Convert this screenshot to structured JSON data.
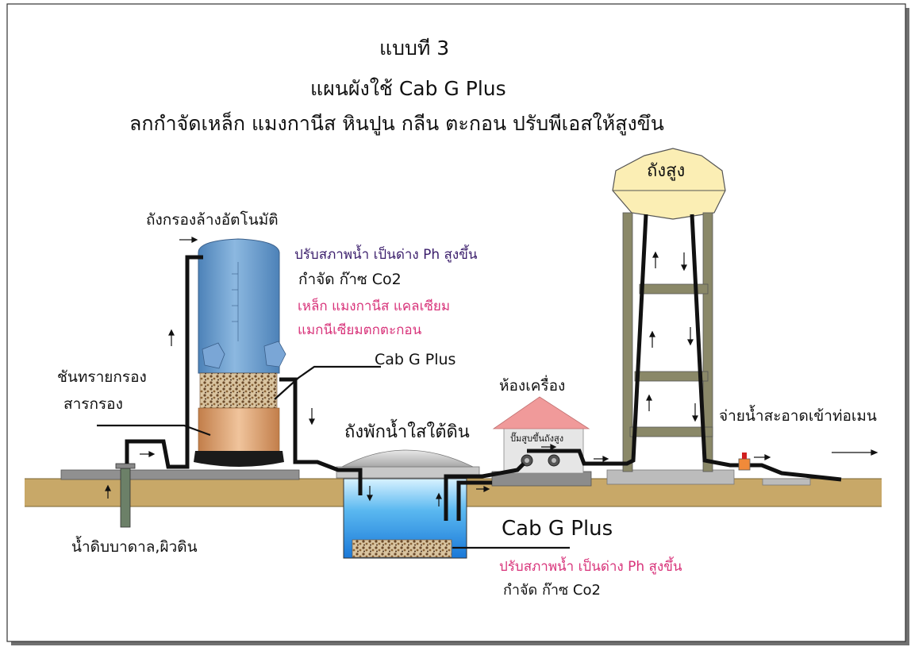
{
  "titles": {
    "line1": "แบบที 3",
    "line2": "แผนผังใช้  Cab G Plus",
    "line3": "ลกกำจัดเหล็ก แมงกานีส หินปูน กลีน ตะกอน ปรับพีเอสให้สูงขึน"
  },
  "labels": {
    "filter_tank": "ถังกรองล้างอัตโนมัติ",
    "sand_layer": "ชันทรายกรอง",
    "filter_media": "สารกรอง",
    "raw_water": "น้ำดิบบาดาล,ผิวดิน",
    "filter_product": "Cab G Plus",
    "clear_tank": "ถังพักน้ำใสใต้ดิน",
    "machine_room": "ห้องเครื่อง",
    "pump": "ปั๊มสูบขึ้นถังสูง",
    "high_tank": "ถังสูง",
    "distribution": "จ่ายน้ำสะอาดเข้าท่อเมน",
    "clear_product": "Cab G Plus"
  },
  "notes": {
    "filter_ph": "ปรับสภาพน้ำ เป็นด่าง Ph สูงขึ้น",
    "filter_co2": "กำจัด ก๊าซ Co2",
    "filter_minerals_1": "เหล็ก แมงกานีส แคลเซียม",
    "filter_minerals_2": "แมกนีเซียมตกตะกอน",
    "clear_ph": "ปรับสภาพน้ำ เป็นด่าง Ph สูงขึ้น",
    "clear_co2": "กำจัด ก๊าซ Co2"
  },
  "colors": {
    "ground": "#c8a868",
    "water_blue": "#2f8ee0",
    "filter_body": "#6f9fcf",
    "media_orange": "#d89d6a",
    "tower_olive": "#8a8868",
    "high_tank_fill": "#fbeeb4",
    "roof": "#f09a9a",
    "note_pink": "#d8337a",
    "note_purple": "#3a1d6b"
  }
}
